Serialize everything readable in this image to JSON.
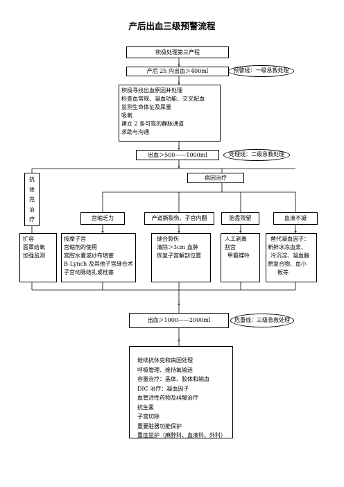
{
  "title": "产后出血三级预警流程",
  "nodes": {
    "step1": "积极处理第三产程",
    "step2": "产后 2h 内出血＞400ml",
    "step3_lines": [
      "积极寻找出血原因并处理",
      "检查血常规、凝血功能、交叉配血",
      "监测生命体征及尿量",
      "吸氧",
      "建立 2 条可靠的静脉通道",
      "求助与沟通"
    ],
    "step4": "出血＞500——1000ml",
    "left_vertical": [
      "抗",
      "体",
      "克",
      "治",
      "疗"
    ],
    "cause_treatment": "病因治疗",
    "causes": [
      "宫缩乏力",
      "产道撕裂伤、子宫内翻",
      "胎盘残留",
      "血液不凝"
    ],
    "left_actions": [
      "扩容",
      "面罩给氧",
      "加强监测"
    ],
    "cause_actions": [
      [
        "按摩子宫",
        "宫缩剂的使用",
        "宫腔水囊或纱布填塞",
        "B-Lynch 及其他子宫缝合术",
        "子宫动脉结扎或栓塞"
      ],
      [
        "缝合裂伤",
        "清除＞3cm 血肿",
        "恢复子宫解剖位置"
      ],
      [
        "人工剥离",
        "刮宫",
        "甲氨蝶呤"
      ],
      [
        "替代凝血因子：",
        "新鲜冰冻血浆、",
        "冷沉淀、凝血酶",
        "原复合物、血小",
        "板等"
      ]
    ],
    "step5": "出血＞1000——2000ml",
    "final_lines": [
      "继续抗休克和病因处理",
      "呼吸管理、维持氧输送",
      "容量治疗：晶体、胶体和输血",
      "DIC 治疗：凝血因子",
      "血管活性药物及纠酸治疗",
      "抗生素",
      "子宫切除",
      "重要脏器功能保护",
      "重症监护（麻醉科、血液科、外科）"
    ]
  },
  "warnings": {
    "level1": "预警线：一级急救处理",
    "level2": "处理线：二级急救处理",
    "level3": "危重线：三级急救处理"
  }
}
